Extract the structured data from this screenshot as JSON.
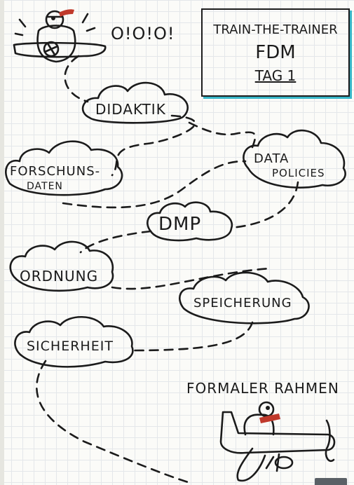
{
  "title": {
    "line1": "Train-the-Trainer",
    "line2": "FDM",
    "line3": "Tag 1"
  },
  "exclamation": "O!O!O!",
  "topics": [
    {
      "label": "Didaktik"
    },
    {
      "label": "Forschuns-"
    },
    {
      "label": "Daten"
    },
    {
      "label": "Data"
    },
    {
      "label": "Policies"
    },
    {
      "label": "DMP"
    },
    {
      "label": "Ordnung"
    },
    {
      "label": "Speicherung"
    },
    {
      "label": "Sicherheit"
    }
  ],
  "footer_heading": "Formaler Rahmen",
  "colors": {
    "ink": "#1b1b1b",
    "accent": "#38b7c9",
    "scarf": "#c0392b",
    "grid": "#e4e7ea"
  }
}
